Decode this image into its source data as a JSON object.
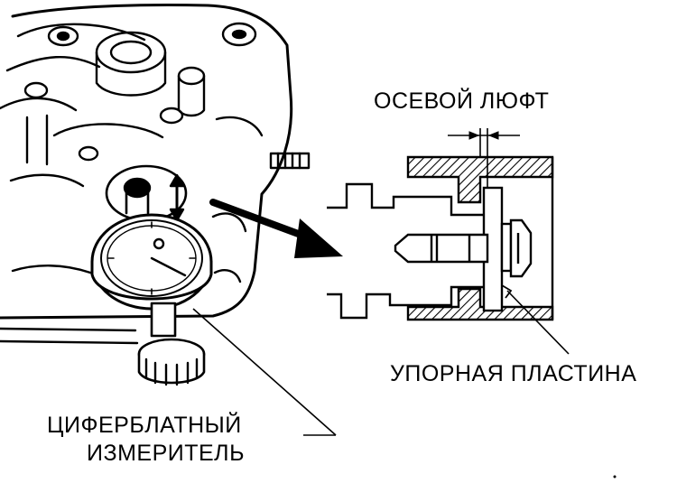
{
  "labels": {
    "axial_play": "ОСЕВОЙ ЛЮФТ",
    "thrust_plate": "УПОРНАЯ ПЛАСТИНА",
    "dial_gauge_line1": "ЦИФЕРБЛАТНЫЙ",
    "dial_gauge_line2": "ИЗМЕРИТЕЛЬ"
  },
  "colors": {
    "ink": "#000000",
    "paper": "#ffffff"
  }
}
